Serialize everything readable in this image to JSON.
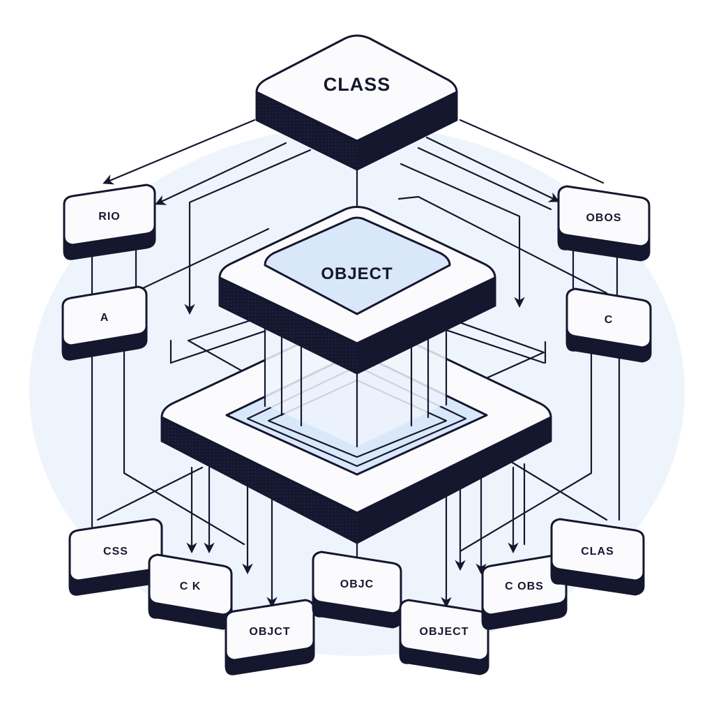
{
  "diagram": {
    "colors": {
      "ink": "#15172e",
      "surface": "#fbfbfe",
      "accent_fill": "#d9e7fb",
      "background_glow": "#e8f0fb"
    },
    "top_block": {
      "label": "CLASS"
    },
    "center_block": {
      "label": "OBJECT"
    },
    "side_nodes": {
      "left_upper": "RIO",
      "left_lower": "A",
      "right_upper": "OBOS",
      "right_lower": "C"
    },
    "bottom_nodes": {
      "far_left": "CSS",
      "left": "C K",
      "left_front": "OBJCT",
      "middle": "OBJC",
      "right_front": "OBJECT",
      "right": "C OBS",
      "far_right": "CLAS"
    }
  }
}
